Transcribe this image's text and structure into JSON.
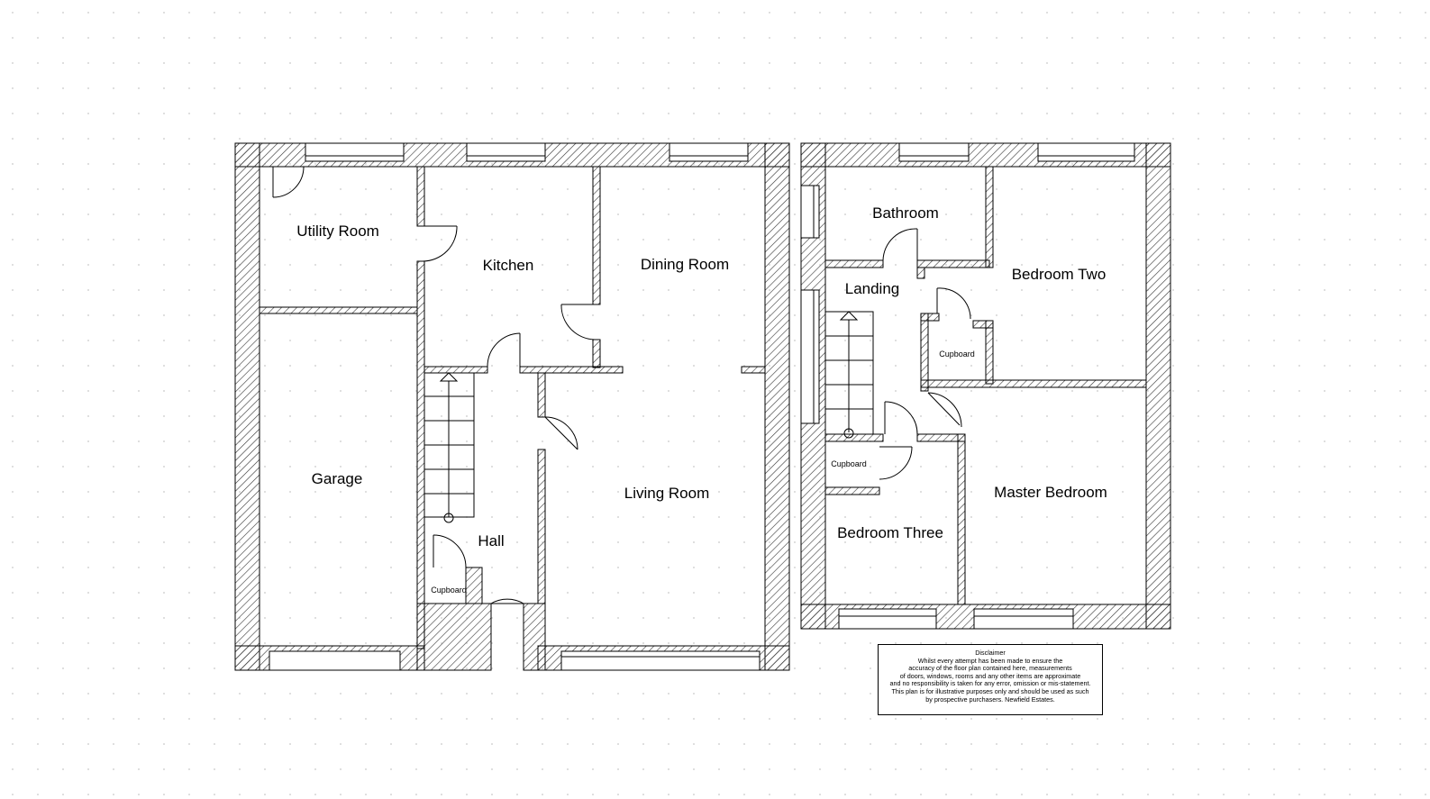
{
  "ground_floor": {
    "rooms": {
      "utility_room": "Utility Room",
      "kitchen": "Kitchen",
      "dining_room": "Dining Room",
      "garage": "Garage",
      "living_room": "Living Room",
      "hall": "Hall",
      "cupboard": "Cupboard"
    }
  },
  "first_floor": {
    "rooms": {
      "bathroom": "Bathroom",
      "landing": "Landing",
      "bedroom_two": "Bedroom Two",
      "cupboard_1": "Cupboard",
      "cupboard_2": "Cupboard",
      "master_bedroom": "Master Bedroom",
      "bedroom_three": "Bedroom Three"
    }
  },
  "disclaimer": {
    "title": "Disclaimer",
    "lines": [
      "Whilst every attempt has been made to ensure the",
      "accuracy of the floor plan contained here, measurements",
      "of doors, windows, rooms and any other items are approximate",
      "and no responsibility is taken for any error, omission or mis-statement.",
      "This plan is for illustrative purposes only and should be used as such",
      "by prospective purchasers. Newfield Estates."
    ]
  },
  "colors": {
    "line": "#000000",
    "hatch": "#333333",
    "grid_dot": "#c8c8c8",
    "background": "#ffffff"
  }
}
